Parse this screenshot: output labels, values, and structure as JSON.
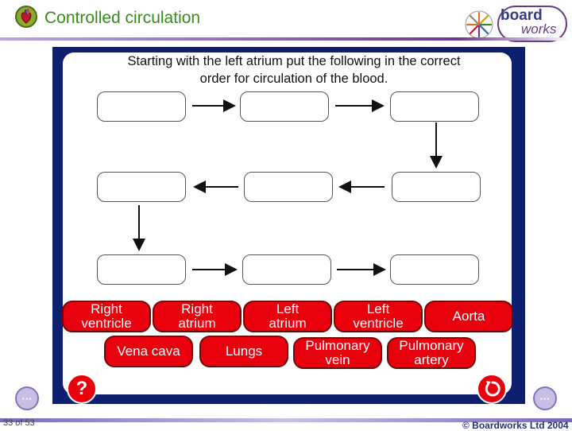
{
  "header": {
    "title": "Controlled circulation",
    "logo_top": "board",
    "logo_bottom": "works"
  },
  "main": {
    "instruction": "Starting with the left atrium put the following in the correct order for circulation of the blood."
  },
  "cards": [
    {
      "line1": "Right",
      "line2": "ventricle"
    },
    {
      "line1": "Right",
      "line2": "atrium"
    },
    {
      "line1": "Left",
      "line2": "atrium"
    },
    {
      "line1": "Left",
      "line2": "ventricle"
    },
    {
      "line1": "Aorta",
      "line2": ""
    },
    {
      "line1": "Vena cava",
      "line2": ""
    },
    {
      "line1": "Lungs",
      "line2": ""
    },
    {
      "line1": "Pulmonary",
      "line2": "vein"
    },
    {
      "line1": "Pulmonary",
      "line2": "artery"
    }
  ],
  "controls": {
    "help_label": "?",
    "prev_label": "···",
    "next_label": "···"
  },
  "footer": {
    "slide_count": "33 of 53",
    "copyright": "© Boardworks Ltd 2004"
  },
  "colors": {
    "accent_red": "#e8000c",
    "panel_blue": "#0e1f70",
    "title_green": "#3a8a1e",
    "brand_purple": "#6b3b8f"
  }
}
